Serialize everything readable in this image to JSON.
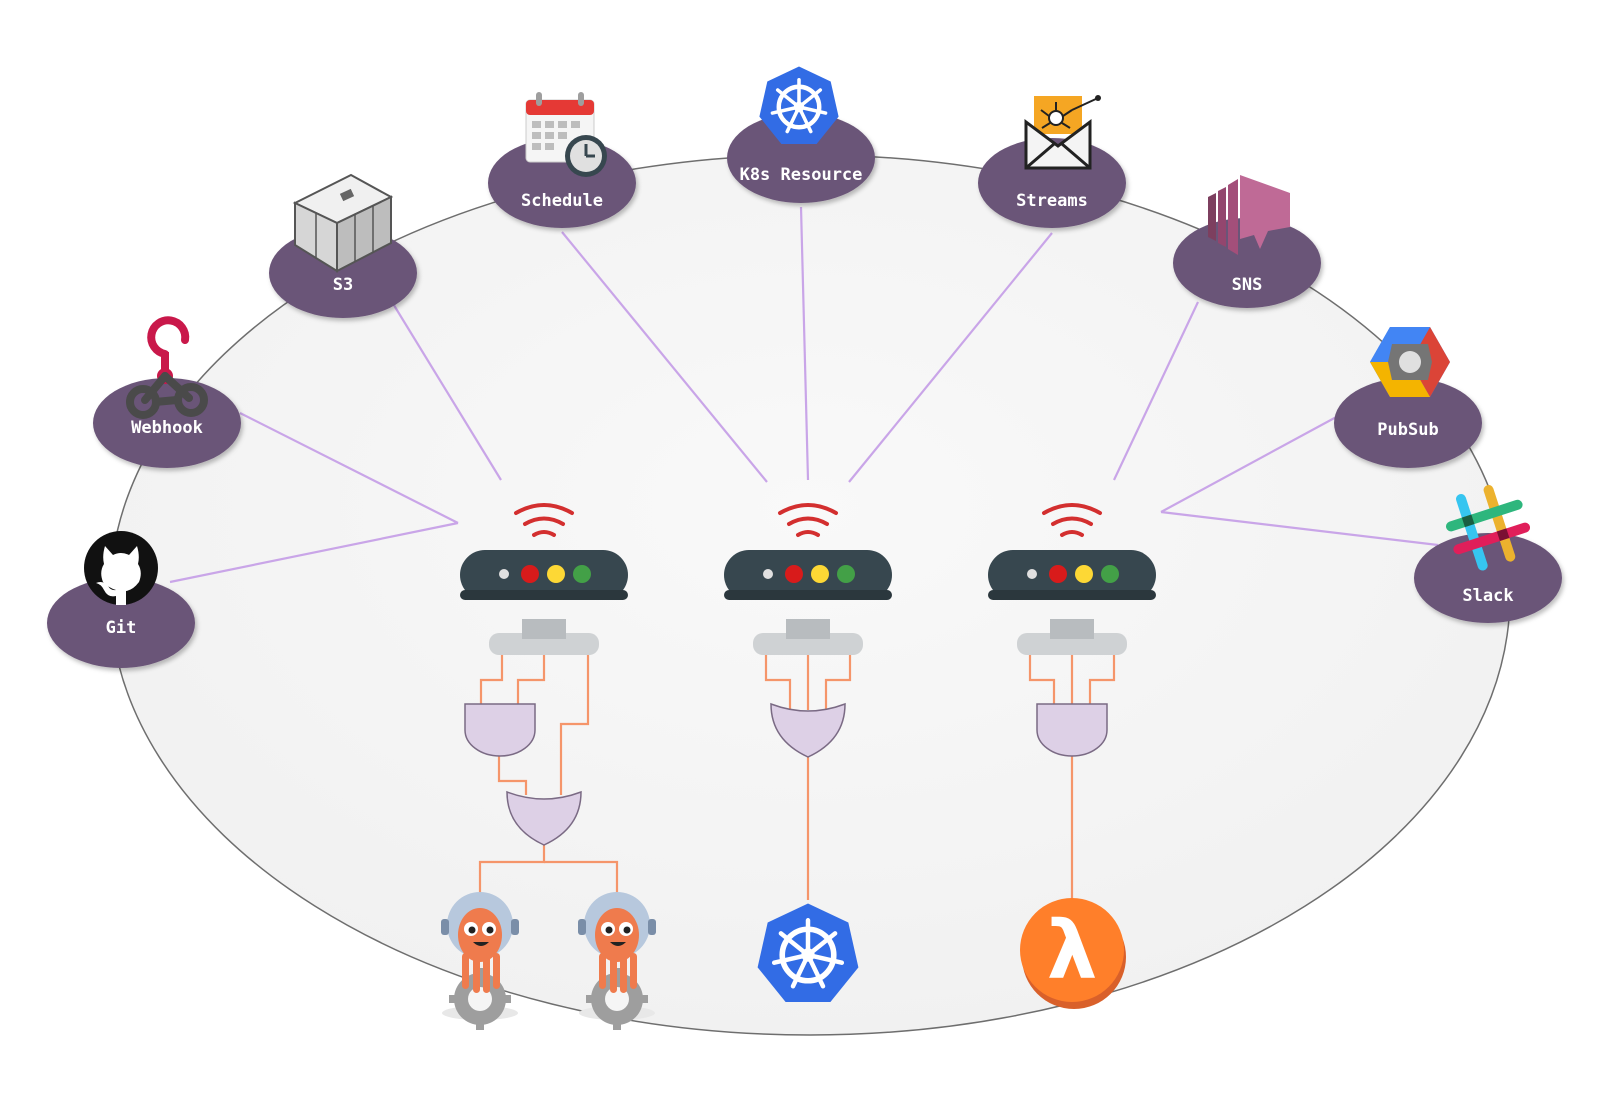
{
  "sources": [
    {
      "id": "git",
      "label": "Git",
      "icon": "github-icon"
    },
    {
      "id": "webhook",
      "label": "Webhook",
      "icon": "webhook-icon"
    },
    {
      "id": "s3",
      "label": "S3",
      "icon": "s3-bucket-icon"
    },
    {
      "id": "schedule",
      "label": "Schedule",
      "icon": "calendar-clock-icon"
    },
    {
      "id": "k8s",
      "label": "K8s Resource",
      "icon": "kubernetes-icon"
    },
    {
      "id": "streams",
      "label": "Streams",
      "icon": "streams-envelope-icon"
    },
    {
      "id": "sns",
      "label": "SNS",
      "icon": "sns-icon"
    },
    {
      "id": "pubsub",
      "label": "PubSub",
      "icon": "pubsub-icon"
    },
    {
      "id": "slack",
      "label": "Slack",
      "icon": "slack-icon"
    }
  ],
  "gateways": [
    {
      "id": "gateway-1",
      "icon": "gateway-router-icon"
    },
    {
      "id": "gateway-2",
      "icon": "gateway-router-icon"
    },
    {
      "id": "gateway-3",
      "icon": "gateway-router-icon"
    }
  ],
  "targets": [
    {
      "id": "argo-1",
      "icon": "argo-octopus-icon"
    },
    {
      "id": "argo-2",
      "icon": "argo-octopus-icon"
    },
    {
      "id": "kubernetes",
      "icon": "kubernetes-icon"
    },
    {
      "id": "lambda",
      "icon": "aws-lambda-icon"
    }
  ],
  "colors": {
    "source_fill": "#6b5478",
    "source_line": "#c9a5e8",
    "wire": "#f5956a",
    "gate_fill": "#ddd0e6",
    "gateway_body": "#37474f",
    "signal": "#d32f2f",
    "led_red": "#d81b1b",
    "led_yellow": "#fdd835",
    "led_green": "#43a047",
    "k8s_blue": "#326ce5",
    "lambda_orange": "#ff7f2a",
    "argo_orange": "#ef7b4d"
  }
}
